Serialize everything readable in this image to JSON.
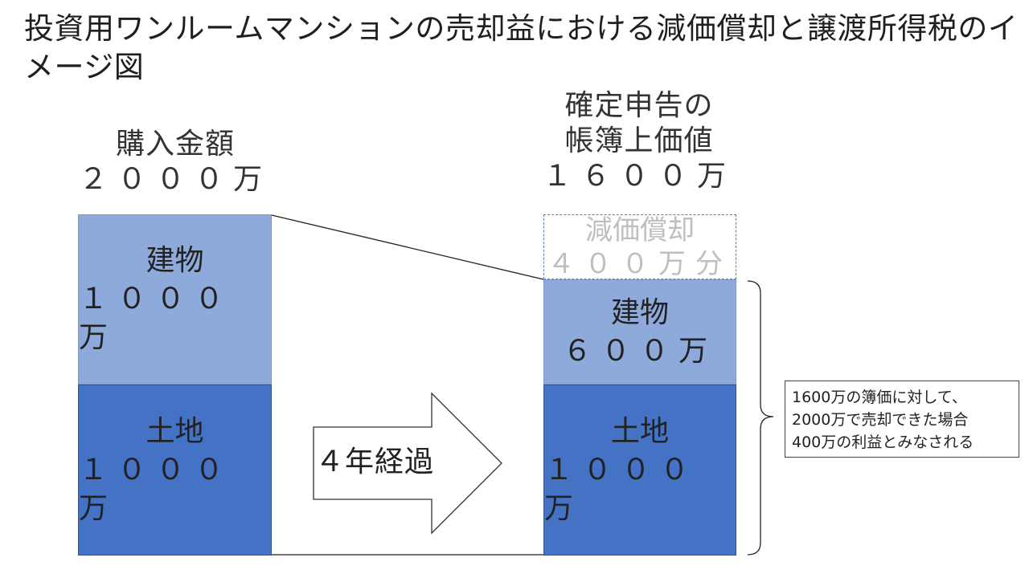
{
  "title": "投資用ワンルームマンションの売却益における減価償却と譲渡所得税のイメージ図",
  "left_column": {
    "header": [
      "購入金額",
      "２０００万"
    ],
    "building": [
      "建物",
      "１０００万"
    ],
    "land": [
      "土地",
      "１０００万"
    ]
  },
  "arrow": {
    "label": "４年経過"
  },
  "right_column": {
    "header": [
      "確定申告の",
      "帳簿上価値",
      "１６００万"
    ],
    "depreciation": [
      "減価償却",
      "４００万分"
    ],
    "building": [
      "建物",
      "６００万"
    ],
    "land": [
      "土地",
      "１０００万"
    ]
  },
  "note": [
    "1600万の簿価に対して、",
    "2000万で売却できた場合",
    "400万の利益とみなされる"
  ],
  "colors": {
    "building": "#8eaadb",
    "land": "#4472c4",
    "depreciation_text": "#bfbfbf"
  }
}
